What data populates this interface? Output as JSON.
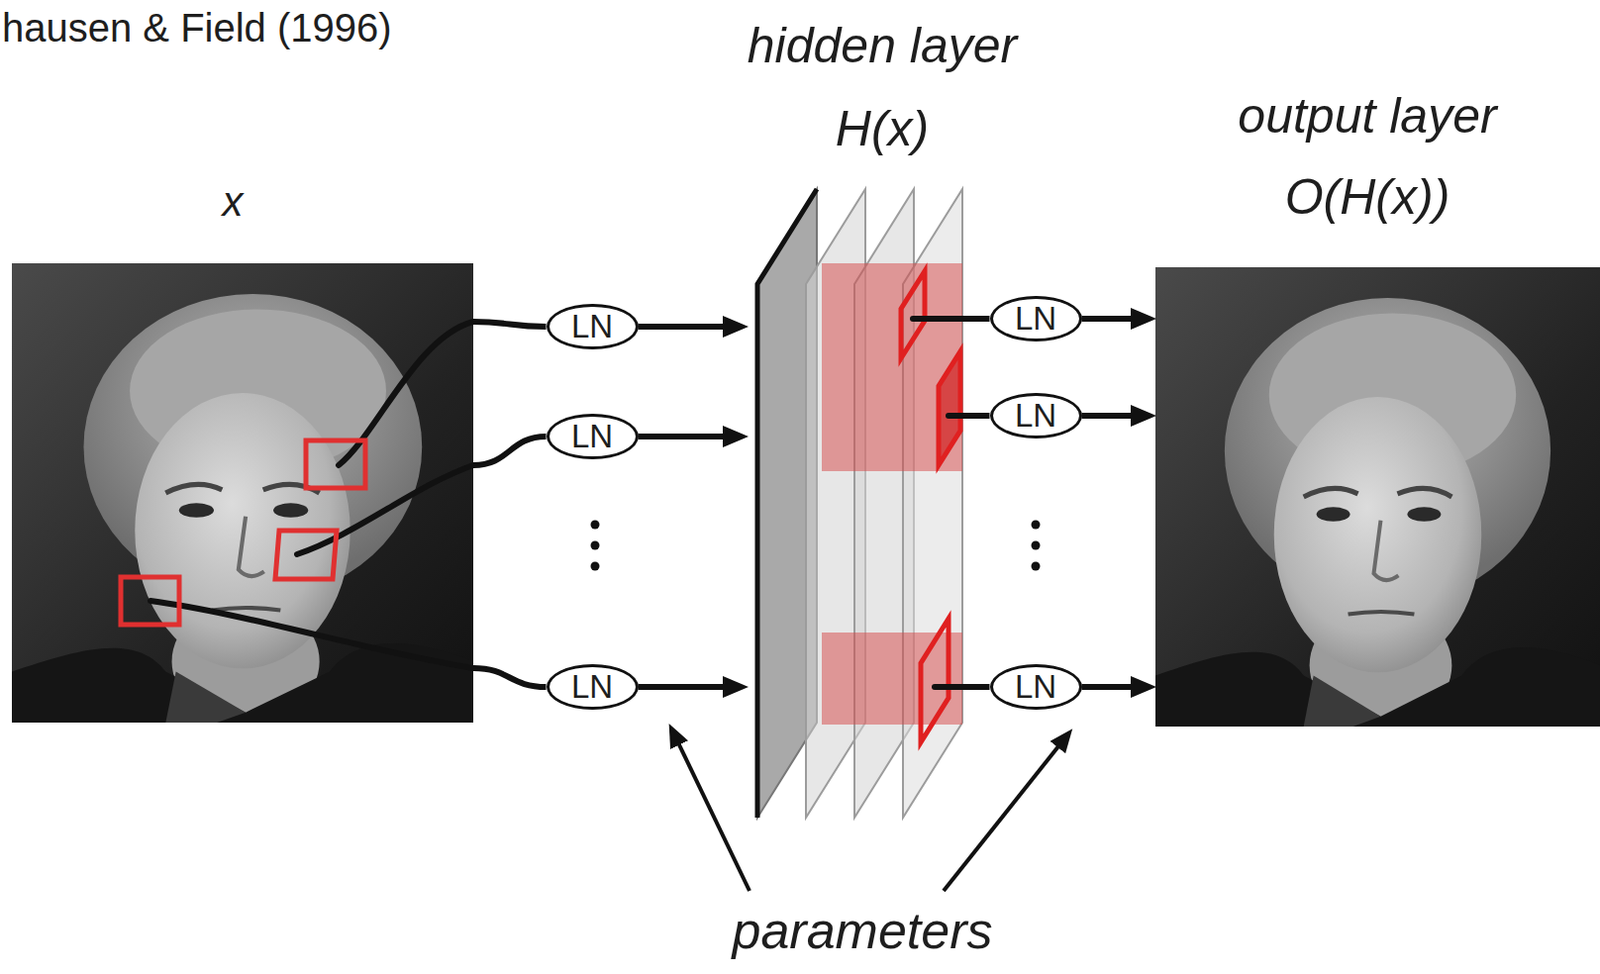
{
  "diagram": {
    "nodes": [
      {
        "text": [
          "x"
        ]
      },
      {
        "text": [
          "LN"
        ]
      },
      {
        "text": [
          "LN"
        ]
      },
      {
        "text": [
          "LN"
        ]
      },
      {
        "text": [
          "hidden layer",
          "H(x)"
        ]
      },
      {
        "text": [
          "LN"
        ]
      },
      {
        "text": [
          "LN"
        ]
      },
      {
        "text": [
          "LN"
        ]
      },
      {
        "text": [
          "output layer",
          "O(H(x))"
        ]
      }
    ],
    "edges": [
      {
        "from": 0,
        "to": 1,
        "arrow": "none"
      },
      {
        "from": 0,
        "to": 2,
        "arrow": "none"
      },
      {
        "from": 0,
        "to": 3,
        "arrow": "none"
      },
      {
        "from": 1,
        "to": 4,
        "arrow": "to"
      },
      {
        "from": 2,
        "to": 4,
        "arrow": "to"
      },
      {
        "from": 3,
        "to": 4,
        "arrow": "to"
      },
      {
        "from": 4,
        "to": 5,
        "arrow": "none"
      },
      {
        "from": 4,
        "to": 6,
        "arrow": "none"
      },
      {
        "from": 4,
        "to": 7,
        "arrow": "none"
      },
      {
        "from": 5,
        "to": 8,
        "arrow": "to"
      },
      {
        "from": 6,
        "to": 8,
        "arrow": "to"
      },
      {
        "from": 7,
        "to": 8,
        "arrow": "to"
      }
    ],
    "labels": [
      "hausen & Field (1996)",
      "parameters"
    ]
  }
}
